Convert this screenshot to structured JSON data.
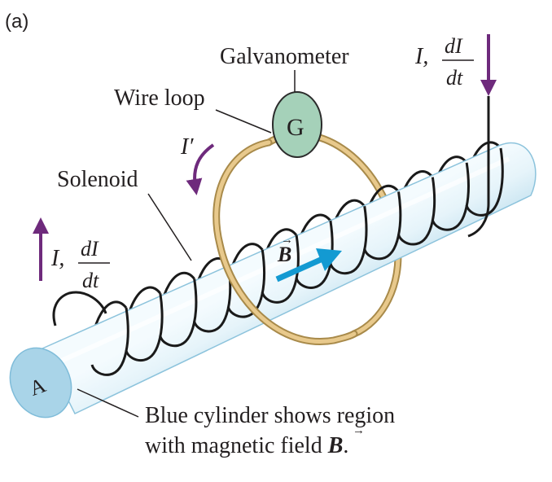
{
  "figure": {
    "panel_label": "(a)"
  },
  "labels": {
    "galvanometer": "Galvanometer",
    "galvanometer_symbol": "G",
    "wire_loop": "Wire loop",
    "induced_current": "I′",
    "solenoid": "Solenoid",
    "current_right": {
      "symbol": "I,",
      "numerator": "dI",
      "denominator": "dt"
    },
    "current_left": {
      "symbol": "I,",
      "numerator": "dI",
      "denominator": "dt"
    },
    "field_vector": "B",
    "field_arrow_accent": "→",
    "area_label": "A",
    "caption_line1": "Blue cylinder shows region",
    "caption_line2": "with magnetic field ",
    "caption_field": "B",
    "caption_end": "."
  },
  "colors": {
    "cylinder_light": "#e9f6fb",
    "cylinder_mid": "#c4e3f0",
    "cylinder_edge": "#6fb4d4",
    "end_cap": "#a9d4e8",
    "loop": "#e8c98c",
    "galvanometer_fill": "#a5d1b9",
    "current_arrows": "#6e2a7c",
    "field_arrow": "#139ad2",
    "wire": "#1a1a1a"
  }
}
